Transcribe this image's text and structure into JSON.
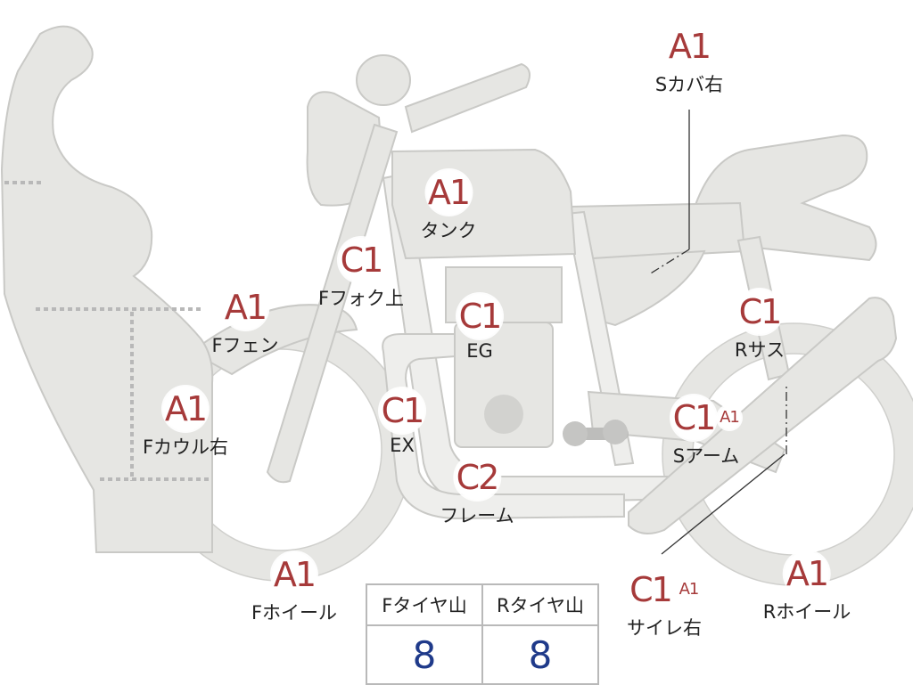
{
  "markers": [
    {
      "id": "s-cover-right",
      "grades": [
        "A1"
      ],
      "label": "Sカバ右"
    },
    {
      "id": "tank",
      "grades": [
        "A1"
      ],
      "label": "タンク"
    },
    {
      "id": "f-fork-upper",
      "grades": [
        "C1"
      ],
      "label": "Fフォク上"
    },
    {
      "id": "f-fender",
      "grades": [
        "A1"
      ],
      "label": "Fフェン"
    },
    {
      "id": "engine",
      "grades": [
        "C1"
      ],
      "label": "EG"
    },
    {
      "id": "r-suspension",
      "grades": [
        "C1"
      ],
      "label": "Rサス"
    },
    {
      "id": "f-cowl-right",
      "grades": [
        "A1"
      ],
      "label": "Fカウル右"
    },
    {
      "id": "exhaust",
      "grades": [
        "C1"
      ],
      "label": "EX"
    },
    {
      "id": "s-arm",
      "grades": [
        "C1",
        "A1"
      ],
      "label": "Sアーム"
    },
    {
      "id": "frame",
      "grades": [
        "C2"
      ],
      "label": "フレーム"
    },
    {
      "id": "f-wheel",
      "grades": [
        "A1"
      ],
      "label": "Fホイール"
    },
    {
      "id": "silencer-right",
      "grades": [
        "C1",
        "A1"
      ],
      "label": "サイレ右"
    },
    {
      "id": "r-wheel",
      "grades": [
        "A1"
      ],
      "label": "Rホイール"
    }
  ],
  "tire_table": {
    "headers": [
      "Fタイヤ山",
      "Rタイヤ山"
    ],
    "values": [
      "8",
      "8"
    ]
  }
}
